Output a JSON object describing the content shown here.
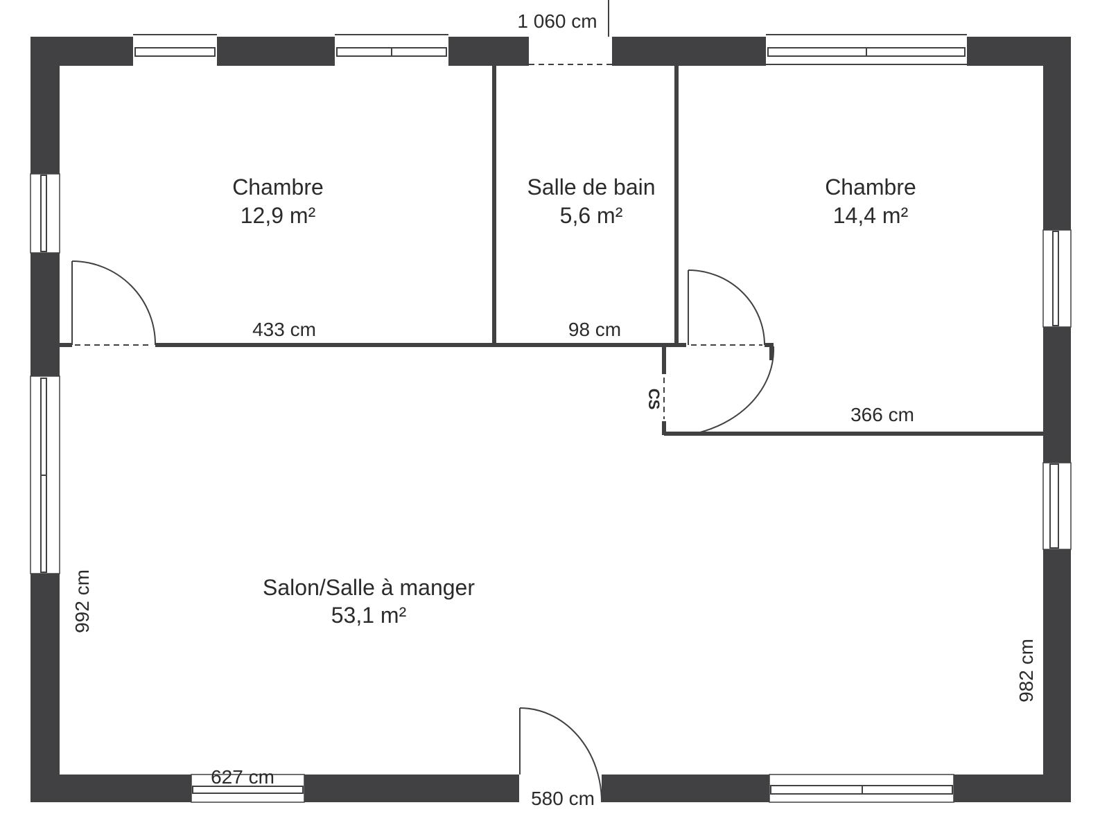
{
  "plan": {
    "wall_color": "#414042",
    "background": "#ffffff",
    "unit_area": "m²",
    "rooms": [
      {
        "name": "Chambre",
        "area": "12,9 m²"
      },
      {
        "name": "Salle de bain",
        "area": "5,6 m²"
      },
      {
        "name": "Chambre",
        "area": "14,4 m²"
      },
      {
        "name": "Salon/Salle à manger",
        "area": "53,1 m²"
      }
    ],
    "closet_label": "CS",
    "dimensions": {
      "top_overall": "1 060 cm",
      "bedroom_left_width": "433 cm",
      "bathroom_width": "98 cm",
      "bedroom_right_width": "366 cm",
      "left_height": "992 cm",
      "right_height": "982 cm",
      "bottom_left": "627 cm",
      "bottom_door": "580 cm"
    }
  }
}
